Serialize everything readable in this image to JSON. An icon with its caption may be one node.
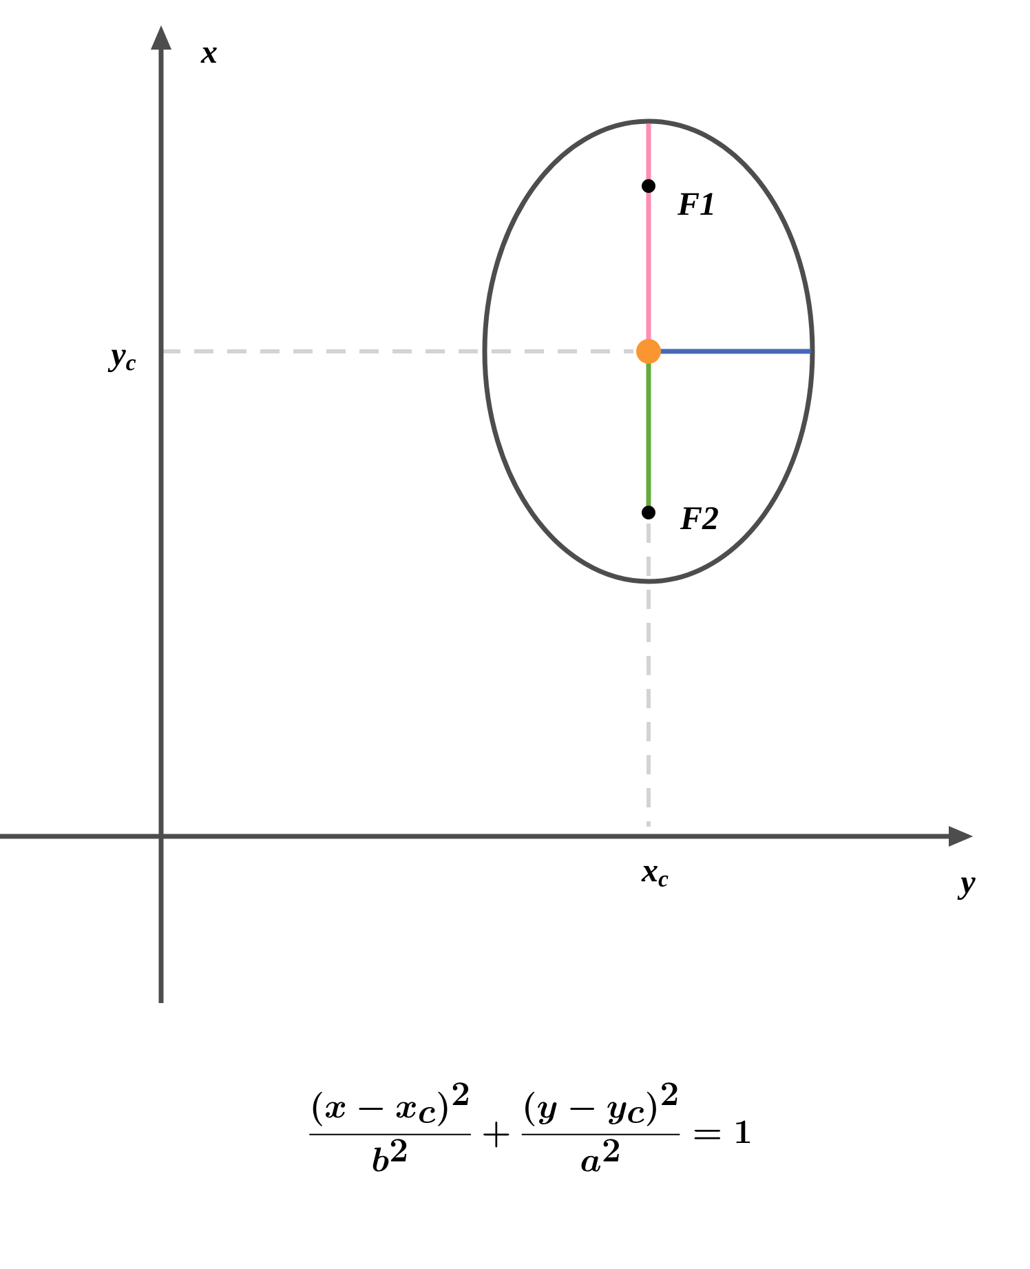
{
  "diagram": {
    "labels": [
      "x",
      "y$_{c}$",
      "F1",
      "F2",
      "x$_{c}$",
      "y",
      "\\frac{(x-x_c)^2}{b^2}+\\frac{(y-y_c)^2}{a^2}=1"
    ]
  }
}
